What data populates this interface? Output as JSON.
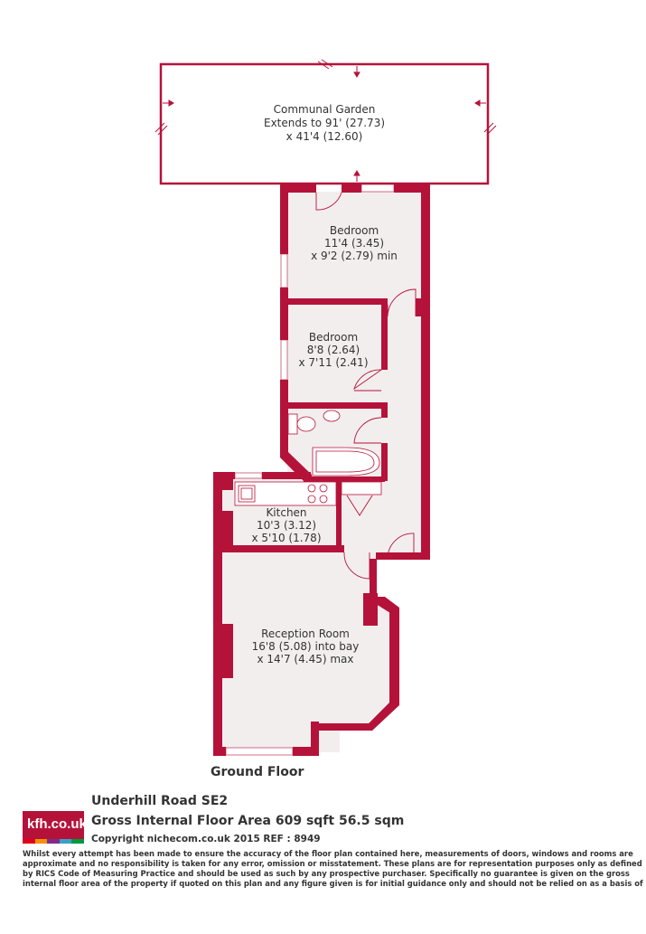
{
  "rooms": {
    "garden": {
      "name": "Communal Garden",
      "line1": "Extends to 91' (27.73)",
      "line2": "x 41'4 (12.60)"
    },
    "bedroom1": {
      "name": "Bedroom",
      "line1": "11'4 (3.45)",
      "line2": "x 9'2 (2.79) min"
    },
    "bedroom2": {
      "name": "Bedroom",
      "line1": "8'8 (2.64)",
      "line2": "x 7'11 (2.41)"
    },
    "kitchen": {
      "name": "Kitchen",
      "line1": "10'3 (3.12)",
      "line2": "x 5'10 (1.78)"
    },
    "reception": {
      "name": "Reception Room",
      "line1": "16'8 (5.08) into bay",
      "line2": "x 14'7 (4.45) max"
    }
  },
  "floor_label": "Ground Floor",
  "footer": {
    "logo": "kfh.co.uk",
    "address": "Underhill Road SE2",
    "area": "Gross Internal Floor Area 609 sqft 56.5 sqm",
    "copyright": "Copyright nichecom.co.uk 2015 REF : 8949",
    "disclaimer": "Whilst every attempt has been made to ensure the accuracy of the floor plan contained here, measurements of doors, windows and rooms are approximate and no responsibility is taken for any error, omission or misstatement.  These plans are for representation purposes only as defined by RICS Code of Measuring Practice and should be used as such by any prospective purchaser.  Specifically no guarantee is given on the gross internal floor area of the property if quoted on this plan and any figure given is for initial guidance only and should not be relied on as a basis of valuation."
  },
  "colors": {
    "wall": "#b5123a",
    "floor": "#f3eeee",
    "logo_stripes": [
      "#e2001a",
      "#f39200",
      "#7b2d8b",
      "#3aa0c8",
      "#009a3e"
    ]
  }
}
